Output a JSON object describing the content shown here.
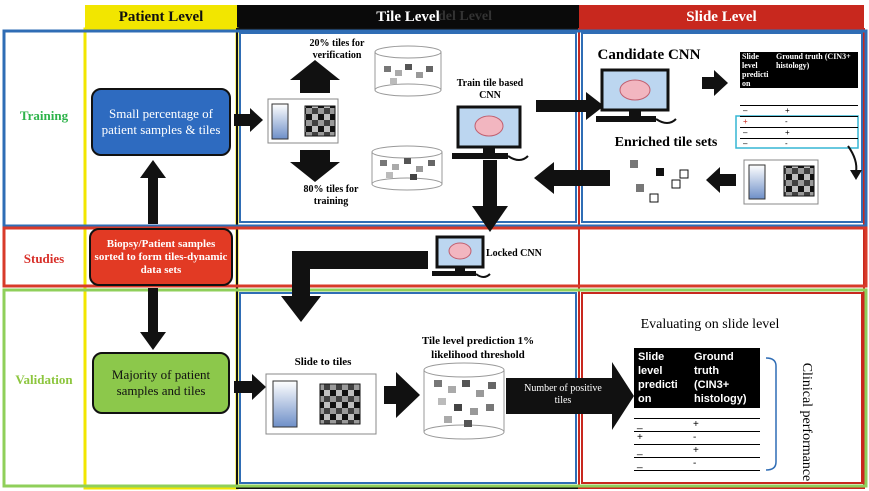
{
  "columns": {
    "patient": "Patient Level",
    "tile": "Tile Level",
    "tile_ghost": "del Level",
    "slide": "Slide Level"
  },
  "rows": {
    "training": "Training",
    "studies": "Studies",
    "validation": "Validation"
  },
  "nodes": {
    "small_percentage": "Small percentage of patient samples & tiles",
    "biopsy": "Biopsy/Patient samples sorted to form tiles-dynamic data sets",
    "majority": "Majority of patient samples and tiles"
  },
  "captions": {
    "verification": "20% tiles for verification",
    "training_tiles": "80% tiles for training",
    "train_tile_cnn": "Train tile based CNN",
    "candidate_cnn": "Candidate CNN",
    "enriched": "Enriched tile sets",
    "locked_cnn": "Locked CNN",
    "slide_to_tiles": "Slide to tiles",
    "tile_prediction": "Tile level prediction 1% likelihood threshold",
    "number_positive": "Number of positive tiles",
    "evaluating": "Evaluating on slide level",
    "clinical": "Clinical performance"
  },
  "training_table": {
    "header_left": "Slide level predicti on",
    "header_right": "Ground truth (CIN3+ histology)",
    "rows": [
      [
        "–",
        "+"
      ],
      [
        "+",
        "-"
      ],
      [
        "–",
        "+"
      ],
      [
        "–",
        "-"
      ]
    ]
  },
  "validation_table": {
    "header_left": "Slide level predicti on",
    "header_right": "Ground truth (CIN3+ histology)",
    "rows": [
      [
        "_",
        "+"
      ],
      [
        "+",
        "-"
      ],
      [
        "_",
        "+"
      ],
      [
        "_",
        "-"
      ]
    ]
  },
  "colors": {
    "patient_col": "#f2e600",
    "tile_col": "#0a0a0a",
    "slide_col": "#c8281e",
    "training_row": "#2f6db5",
    "studies_row": "#d83a2a",
    "validation_row": "#8fcf5a",
    "training_text": "#2db34a",
    "studies_text": "#d8302a",
    "validation_text": "#8dc63f",
    "node_blue": "#2e6bc0",
    "node_red": "#e23a24",
    "node_green": "#8cc84b"
  },
  "icons": {
    "computer": "computer-with-brain-icon",
    "database": "database-cylinder-icon",
    "slide": "tissue-slide-icon"
  }
}
